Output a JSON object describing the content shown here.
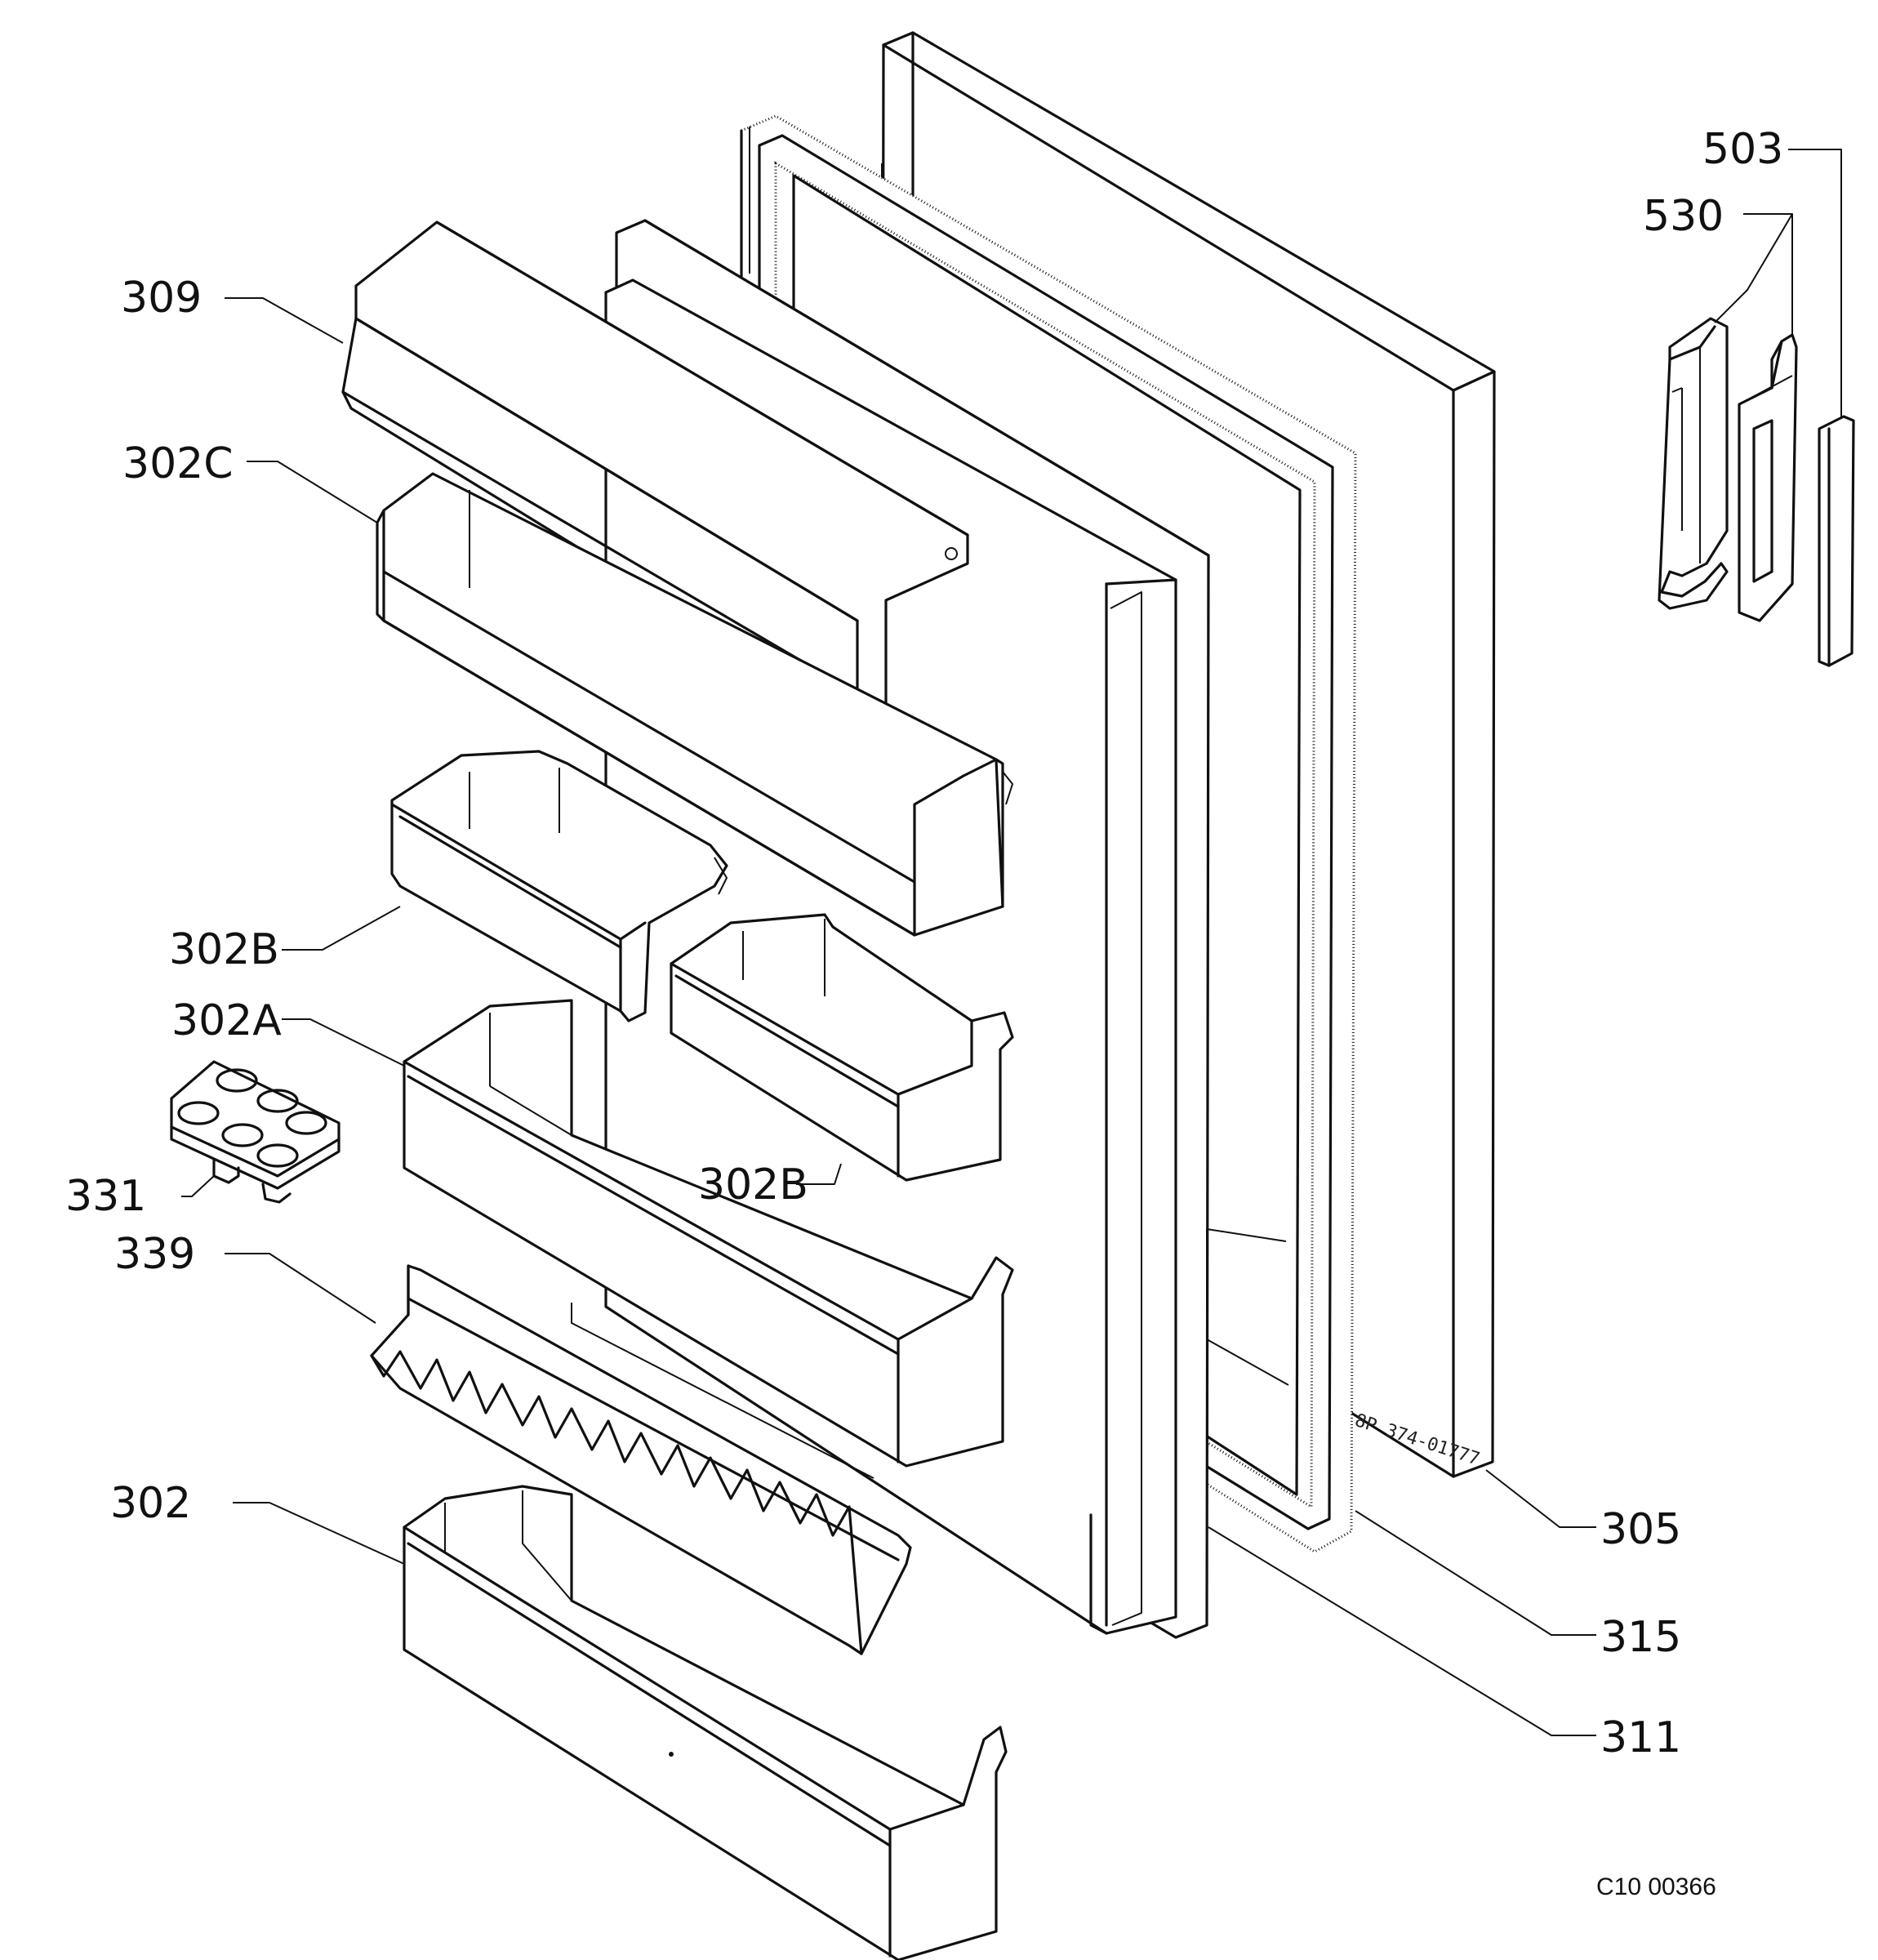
{
  "labels": {
    "l309": "309",
    "l302c": "302C",
    "l302b_upper": "302B",
    "l302a": "302A",
    "l302b_lower": "302B",
    "l331": "331",
    "l339": "339",
    "l302": "302",
    "l503": "503",
    "l530": "530",
    "l305": "305",
    "l315": "315",
    "l311": "311"
  },
  "stamp": "8P 374-01777",
  "drawing_code": "C10 00366"
}
